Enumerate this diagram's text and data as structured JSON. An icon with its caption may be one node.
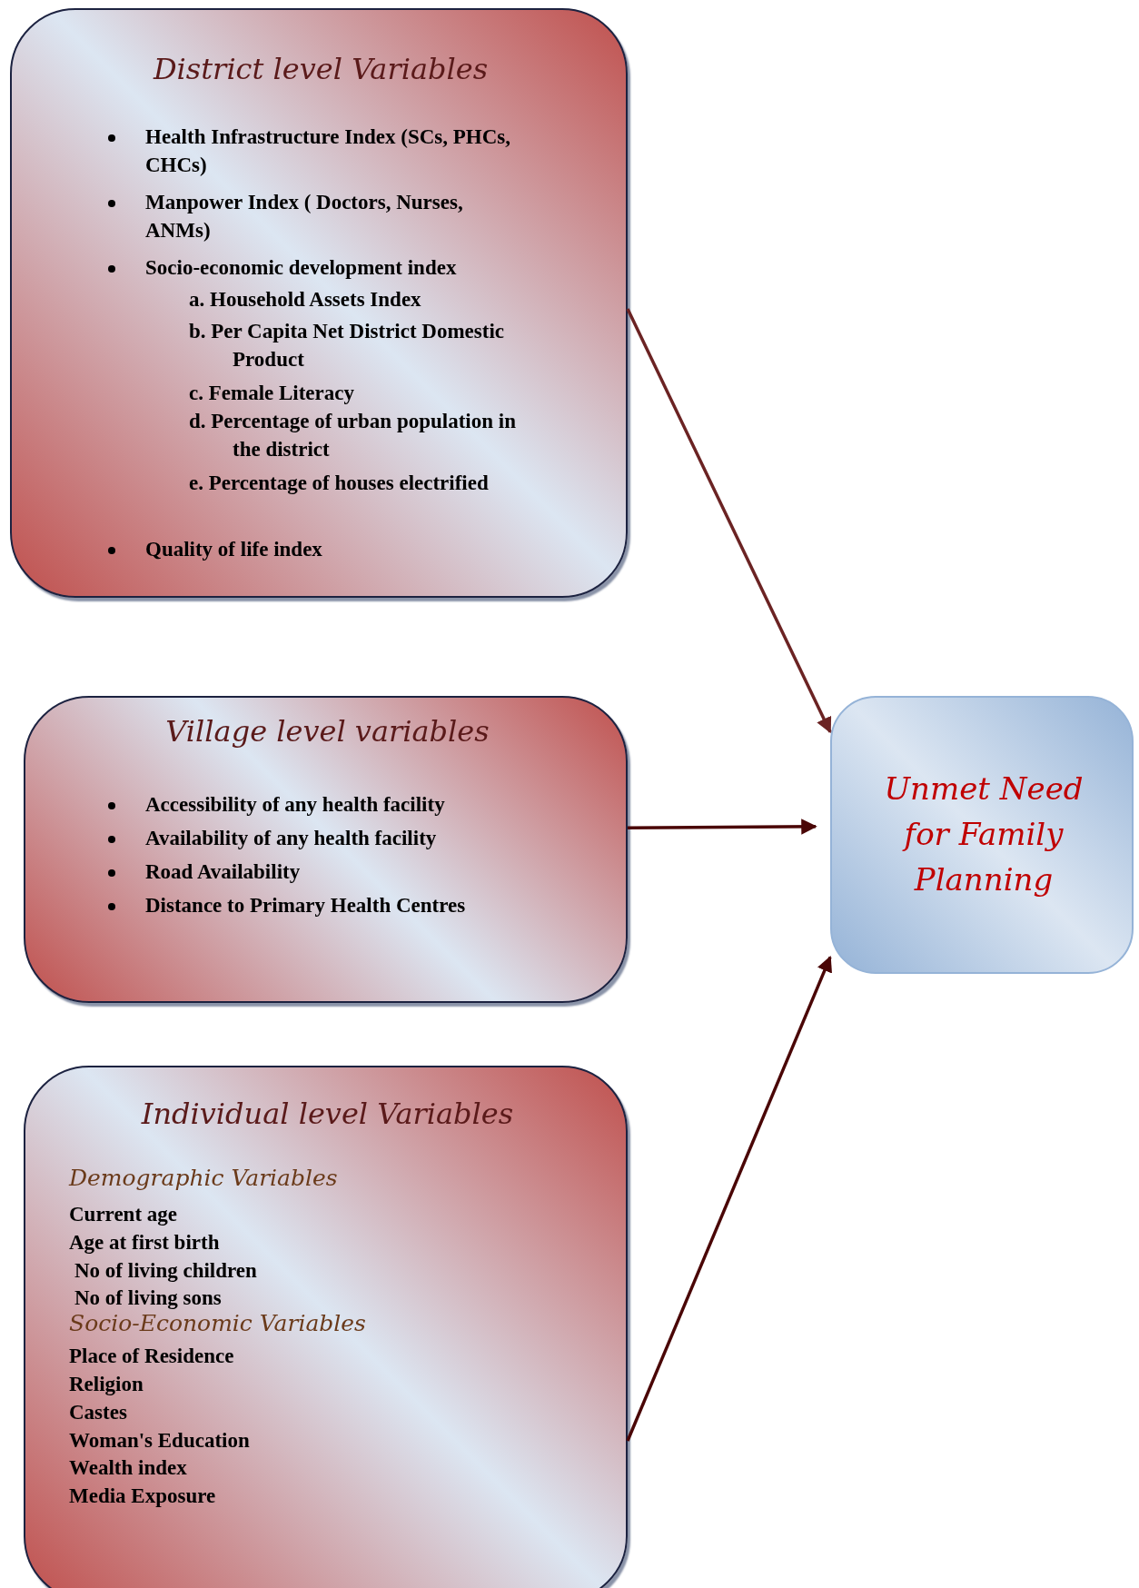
{
  "diagram": {
    "nodes": [
      {
        "text": [
          "District level Variables",
          "Health Infrastructure Index (SCs, PHCs, CHCs)",
          "Manpower Index ( Doctors, Nurses, ANMs)",
          "Socio-economic development index",
          "a. Household Assets Index",
          "b. Per Capita Net District Domestic Product",
          "c. Female Literacy",
          "d. Percentage of urban population in the district",
          "e. Percentage of houses electrified",
          "Quality of life index"
        ]
      },
      {
        "text": [
          "Village level variables",
          "Accessibility of any health facility",
          "Availability of any health facility",
          "Road Availability",
          "Distance to Primary Health Centres"
        ]
      },
      {
        "text": [
          "Individual level Variables",
          "Demographic Variables",
          "Current age",
          "Age at first birth",
          "No of living children",
          "No of living sons",
          "Socio-Economic Variables",
          "Place of Residence",
          "Religion",
          "Castes",
          "Woman's Education",
          "Wealth index",
          "Media Exposure"
        ]
      },
      {
        "text": [
          "Unmet Need for Family Planning"
        ]
      }
    ],
    "edges": [
      {
        "from": 0,
        "to": 3,
        "arrow": "to",
        "color": "#6b2323"
      },
      {
        "from": 1,
        "to": 3,
        "arrow": "to"
      },
      {
        "from": 2,
        "to": 3,
        "arrow": "to"
      }
    ]
  }
}
